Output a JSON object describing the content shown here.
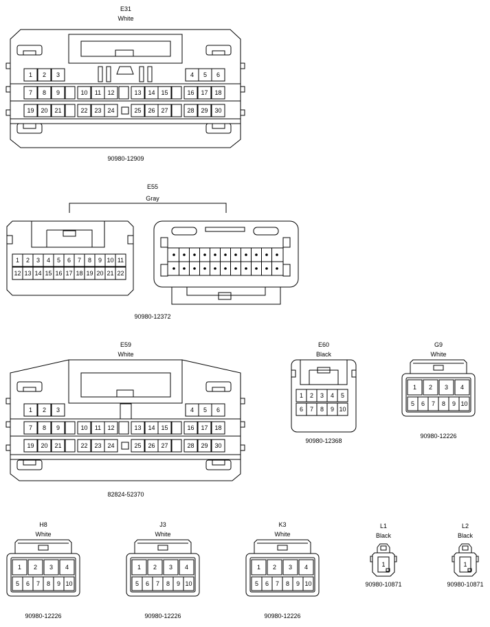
{
  "connectors": {
    "e31": {
      "code": "E31",
      "color": "White",
      "part_number": "90980-12909",
      "rows": [
        [
          "1",
          "2",
          "3",
          "4",
          "5",
          "6"
        ],
        [
          "7",
          "8",
          "9",
          "10",
          "11",
          "12",
          "13",
          "14",
          "15",
          "16",
          "17",
          "18"
        ],
        [
          "19",
          "20",
          "21",
          "22",
          "23",
          "24",
          "25",
          "26",
          "27",
          "28",
          "29",
          "30"
        ]
      ]
    },
    "e55": {
      "code": "E55",
      "color": "Gray",
      "part_number": "90980-12372",
      "rows": [
        [
          "1",
          "2",
          "3",
          "4",
          "5",
          "6",
          "7",
          "8",
          "9",
          "10",
          "11"
        ],
        [
          "12",
          "13",
          "14",
          "15",
          "16",
          "17",
          "18",
          "19",
          "20",
          "21",
          "22"
        ]
      ]
    },
    "e59": {
      "code": "E59",
      "color": "White",
      "part_number": "82824-52370",
      "rows": [
        [
          "1",
          "2",
          "3",
          "4",
          "5",
          "6"
        ],
        [
          "7",
          "8",
          "9",
          "10",
          "11",
          "12",
          "13",
          "14",
          "15",
          "16",
          "17",
          "18"
        ],
        [
          "19",
          "20",
          "21",
          "22",
          "23",
          "24",
          "25",
          "26",
          "27",
          "28",
          "29",
          "30"
        ]
      ]
    },
    "e60": {
      "code": "E60",
      "color": "Black",
      "part_number": "90980-12368",
      "rows": [
        [
          "1",
          "2",
          "3",
          "4",
          "5"
        ],
        [
          "6",
          "7",
          "8",
          "9",
          "10"
        ]
      ]
    },
    "g9": {
      "code": "G9",
      "color": "White",
      "part_number": "90980-12226",
      "rows": [
        [
          "1",
          "2",
          "3",
          "4"
        ],
        [
          "5",
          "6",
          "7",
          "8",
          "9",
          "10"
        ]
      ]
    },
    "h8": {
      "code": "H8",
      "color": "White",
      "part_number": "90980-12226",
      "rows": [
        [
          "1",
          "2",
          "3",
          "4"
        ],
        [
          "5",
          "6",
          "7",
          "8",
          "9",
          "10"
        ]
      ]
    },
    "j3": {
      "code": "J3",
      "color": "White",
      "part_number": "90980-12226",
      "rows": [
        [
          "1",
          "2",
          "3",
          "4"
        ],
        [
          "5",
          "6",
          "7",
          "8",
          "9",
          "10"
        ]
      ]
    },
    "k3": {
      "code": "K3",
      "color": "White",
      "part_number": "90980-12226",
      "rows": [
        [
          "1",
          "2",
          "3",
          "4"
        ],
        [
          "5",
          "6",
          "7",
          "8",
          "9",
          "10"
        ]
      ]
    },
    "l1": {
      "code": "L1",
      "color": "Black",
      "part_number": "90980-10871",
      "rows": [
        [
          "1"
        ]
      ]
    },
    "l2": {
      "code": "L2",
      "color": "Black",
      "part_number": "90980-10871",
      "rows": [
        [
          "1"
        ]
      ]
    }
  }
}
